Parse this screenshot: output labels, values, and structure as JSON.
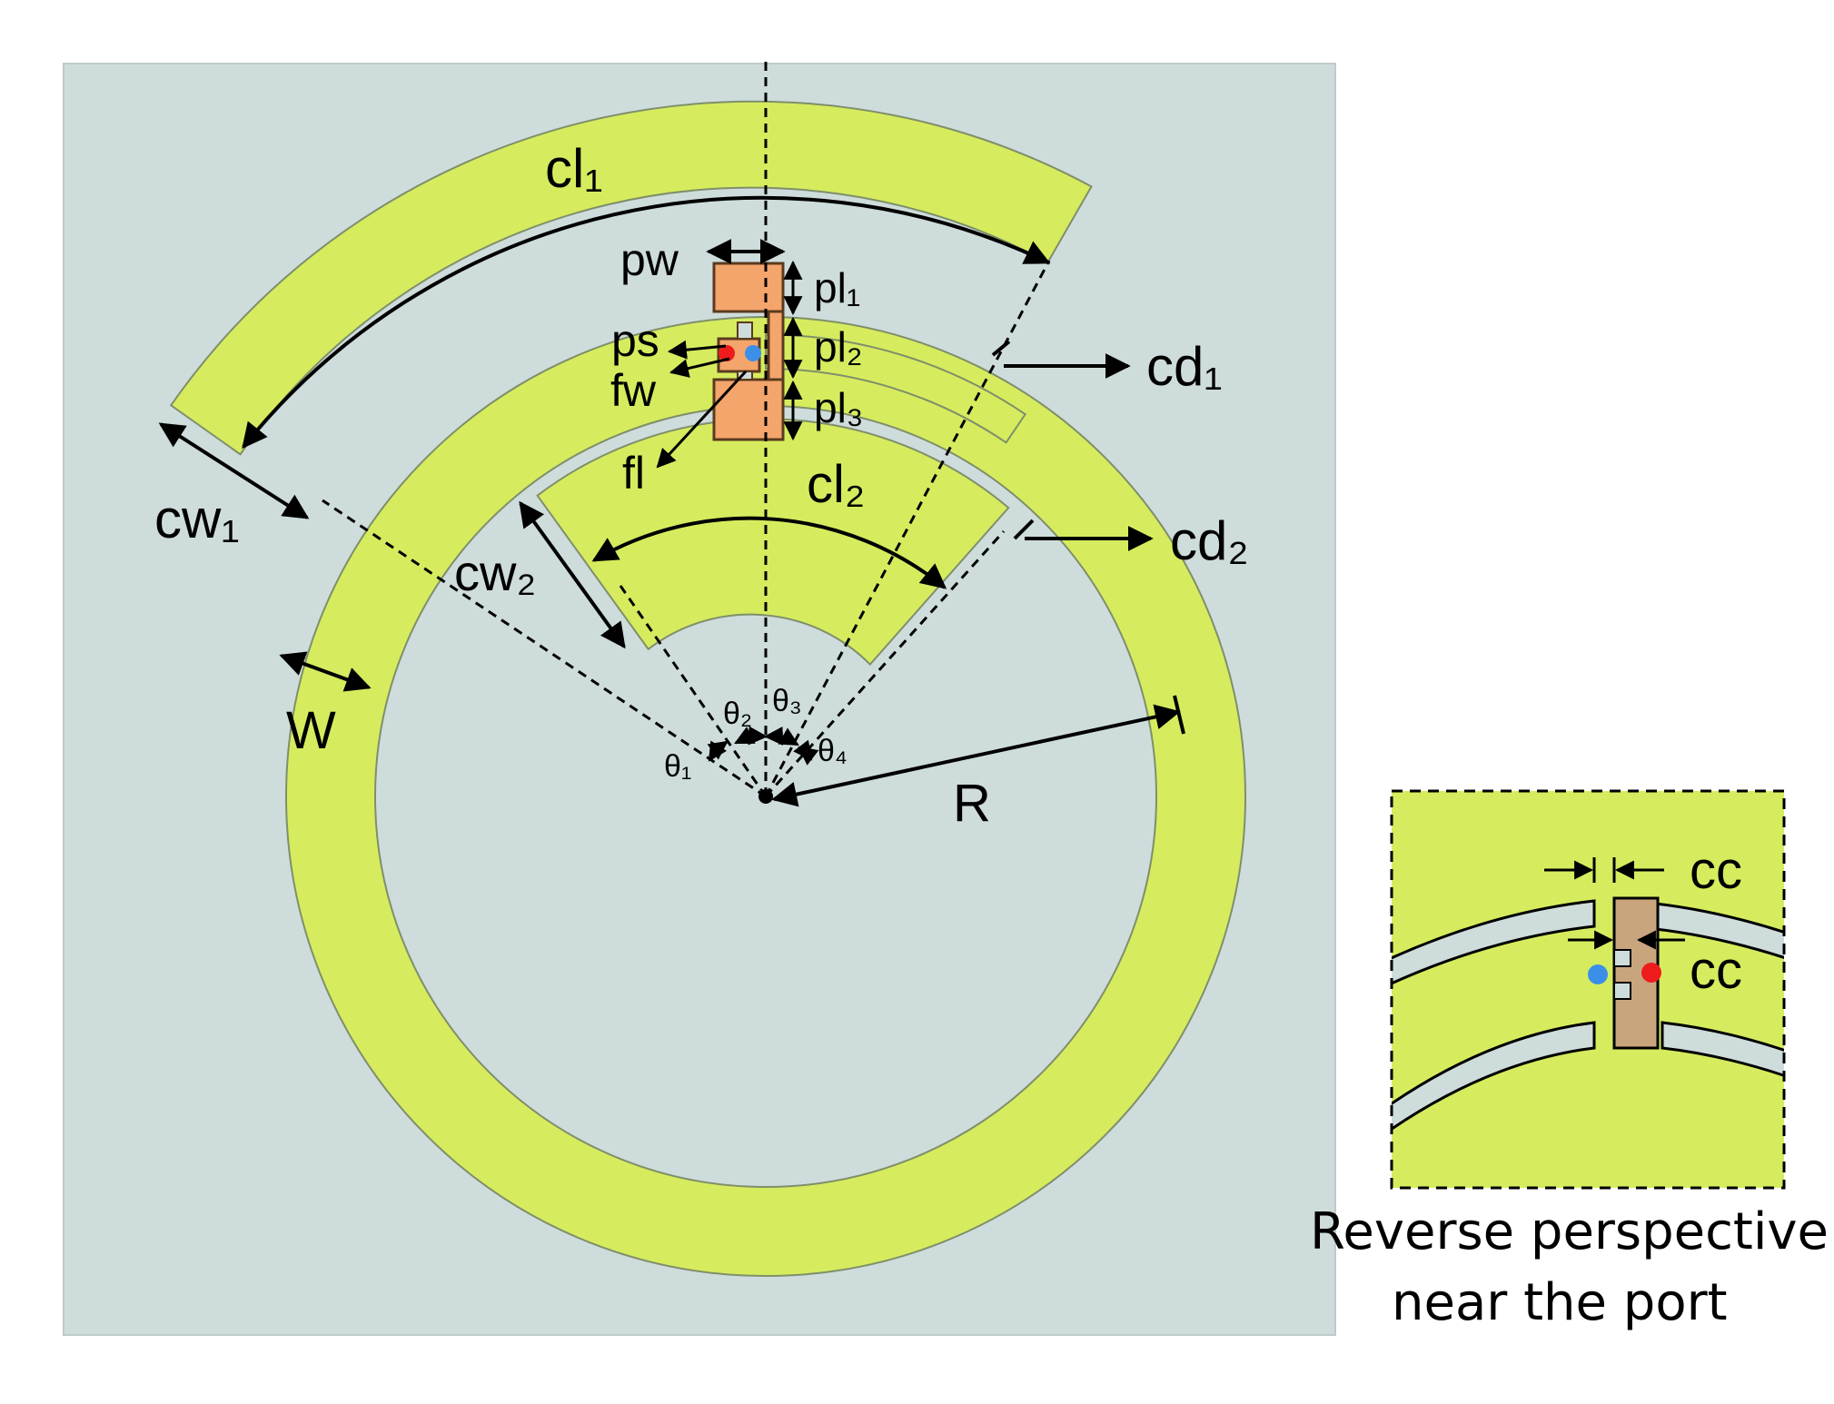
{
  "labels": {
    "cl1": "cl₁",
    "cl2": "cl₂",
    "pw": "pw",
    "pl1": "pl₁",
    "pl2": "pl₂",
    "pl3": "pl₃",
    "ps": "ps",
    "fw": "fw",
    "fl": "fl",
    "cd1": "cd₁",
    "cd2": "cd₂",
    "cw1": "cw₁",
    "cw2": "cw₂",
    "W": "W",
    "R": "R",
    "theta1": "θ₁",
    "theta2": "θ₂",
    "theta3": "θ₃",
    "theta4": "θ₄",
    "cc_top": "cc",
    "cc_bottom": "cc"
  },
  "caption": {
    "line1": "Reverse perspective",
    "line2": "near the port"
  },
  "colors": {
    "substrate": "#cfdcdc",
    "conductor": "#d6ec5e",
    "patch": "#f4a56c",
    "patch_reverse": "#c9a57e",
    "port_red": "#ee1c1c",
    "port_blue": "#3b8fe8"
  }
}
